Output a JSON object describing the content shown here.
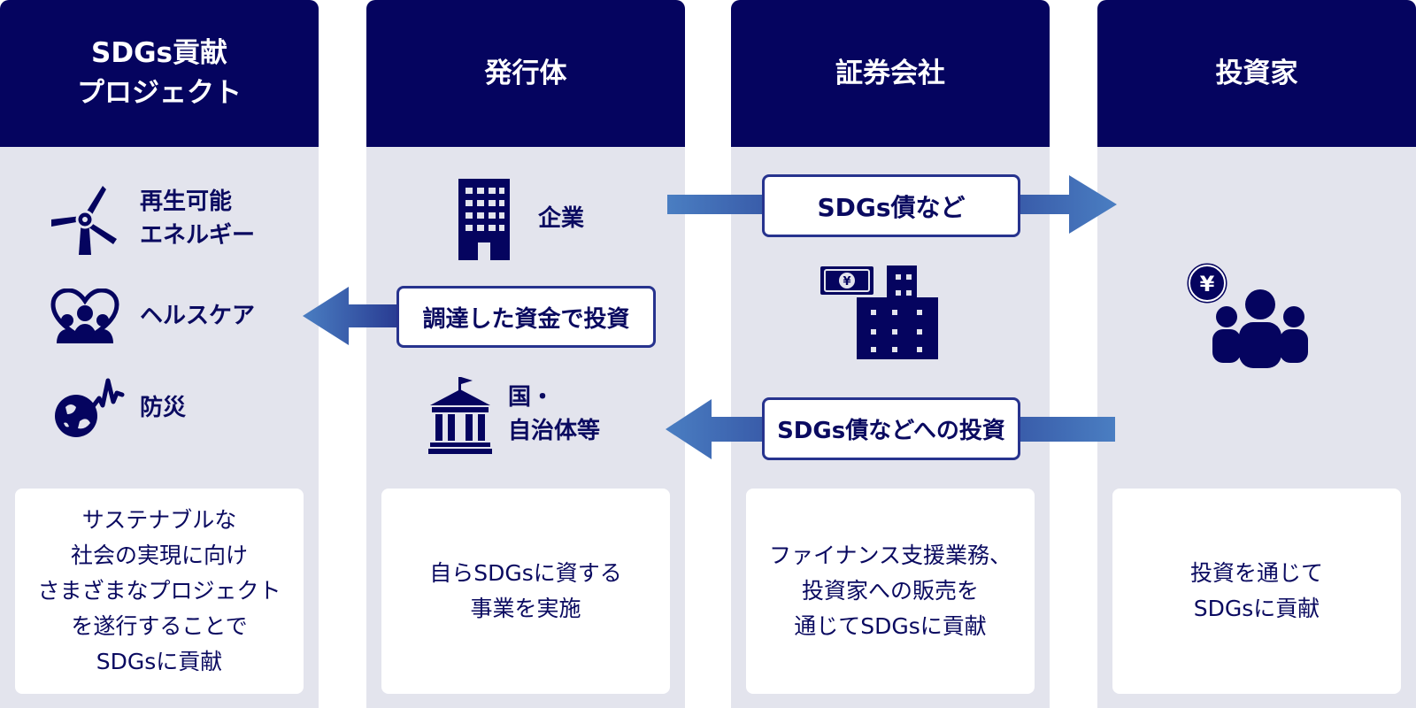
{
  "columns": [
    {
      "title": "SDGs貢献\nプロジェクト",
      "description": "サステナブルな\n社会の実現に向け\nさまざまなプロジェクト\nを遂行することで\nSDGsに貢献"
    },
    {
      "title": "発行体",
      "description": "自らSDGsに資する\n事業を実施"
    },
    {
      "title": "証券会社",
      "description": "ファイナンス支援業務、\n投資家への販売を\n通じてSDGsに貢献"
    },
    {
      "title": "投資家",
      "description": "投資を通じて\nSDGsに貢献"
    }
  ],
  "projects": [
    {
      "icon": "wind-turbine-icon",
      "label": "再生可能\nエネルギー"
    },
    {
      "icon": "healthcare-icon",
      "label": "ヘルスケア"
    },
    {
      "icon": "disaster-prevention-icon",
      "label": "防災"
    }
  ],
  "issuers": [
    {
      "icon": "office-building-icon",
      "label": "企業"
    },
    {
      "icon": "government-building-icon",
      "label": "国・\n自治体等"
    }
  ],
  "flows": {
    "bonds": "SDGs債など",
    "investment_in_bonds": "SDGs債などへの投資",
    "funding": "調達した資金で投資"
  },
  "colors": {
    "header": "#05045f",
    "column_bg": "#e3e4ed",
    "arrow_light": "#4a7ec2",
    "arrow_dark": "#23308a"
  }
}
